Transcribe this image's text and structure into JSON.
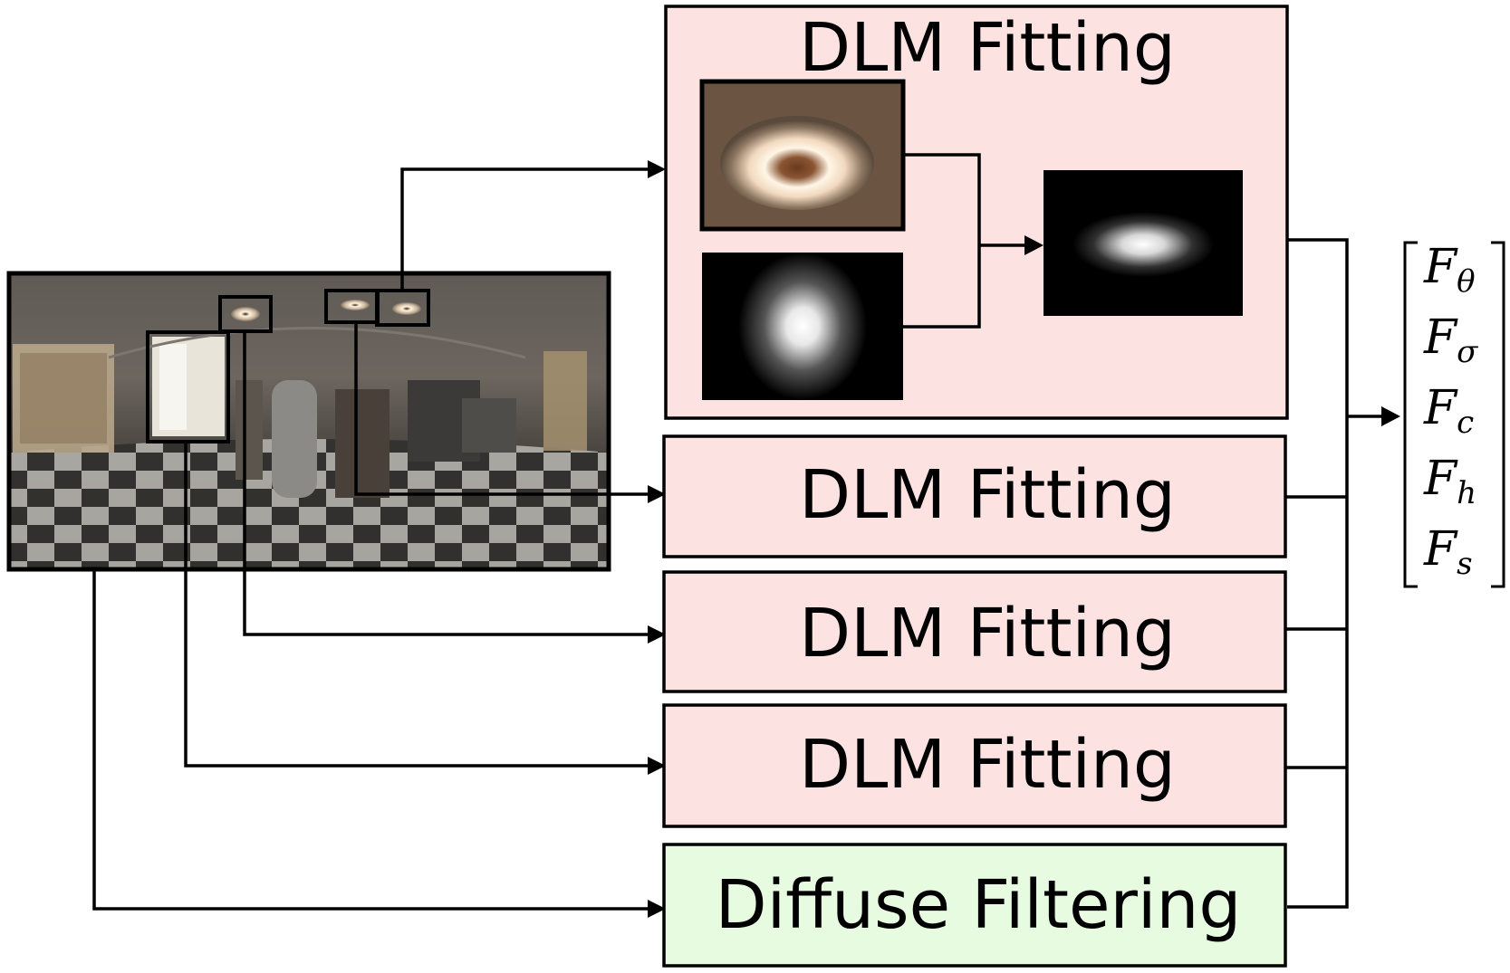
{
  "colors": {
    "dlm_fill": "#fde2e2",
    "diffuse_fill": "#e6fbe0",
    "stroke": "#000000"
  },
  "panorama": {
    "description_icon": "panorama-image"
  },
  "detail_box": {
    "title": "DLM Fitting",
    "patch_icon": "light-patch-image",
    "gaussian_icon": "gaussian-blob-image",
    "fit_icon": "fitted-light-image"
  },
  "dlm_boxes": [
    {
      "label": "DLM Fitting"
    },
    {
      "label": "DLM Fitting"
    },
    {
      "label": "DLM Fitting"
    }
  ],
  "diffuse_box": {
    "label": "Diffuse Filtering"
  },
  "output_vector": [
    {
      "main": "F",
      "sub": "θ"
    },
    {
      "main": "F",
      "sub": "σ"
    },
    {
      "main": "F",
      "sub": "c"
    },
    {
      "main": "F",
      "sub": "h"
    },
    {
      "main": "F",
      "sub": "s"
    }
  ]
}
